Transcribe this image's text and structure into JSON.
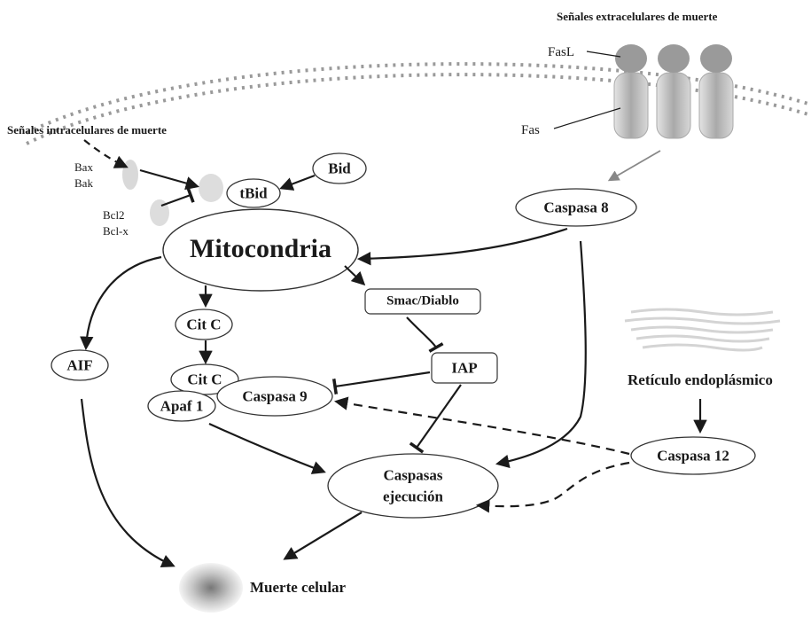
{
  "labels": {
    "extracellular_signals": "Señales extracelulares de muerte",
    "intracellular_signals": "Señales intracelulares de muerte",
    "fasl": "FasL",
    "fas": "Fas",
    "bax": "Bax",
    "bak": "Bak",
    "bcl2": "Bcl2",
    "bclx": "Bcl-x",
    "bid": "Bid",
    "tbid": "tBid",
    "mitocondria": "Mitocondria",
    "caspasa8": "Caspasa 8",
    "smac": "Smac/Diablo",
    "citc1": "Cit C",
    "citc2": "Cit C",
    "aif": "AIF",
    "iap": "IAP",
    "apaf1": "Apaf 1",
    "caspasa9": "Caspasa 9",
    "reticulo": "Retículo endoplásmico",
    "caspasa12": "Caspasa 12",
    "caspasas_ejecucion_1": "Caspasas",
    "caspasas_ejecucion_2": "ejecución",
    "muerte_celular": "Muerte celular"
  },
  "colors": {
    "ink": "#1a1a1a",
    "membrane": "#9a9a9a",
    "receptor": "#b8b8b8",
    "ligand": "#8c8c8c",
    "node_stroke": "#333333",
    "faint_arrow": "#888888"
  }
}
